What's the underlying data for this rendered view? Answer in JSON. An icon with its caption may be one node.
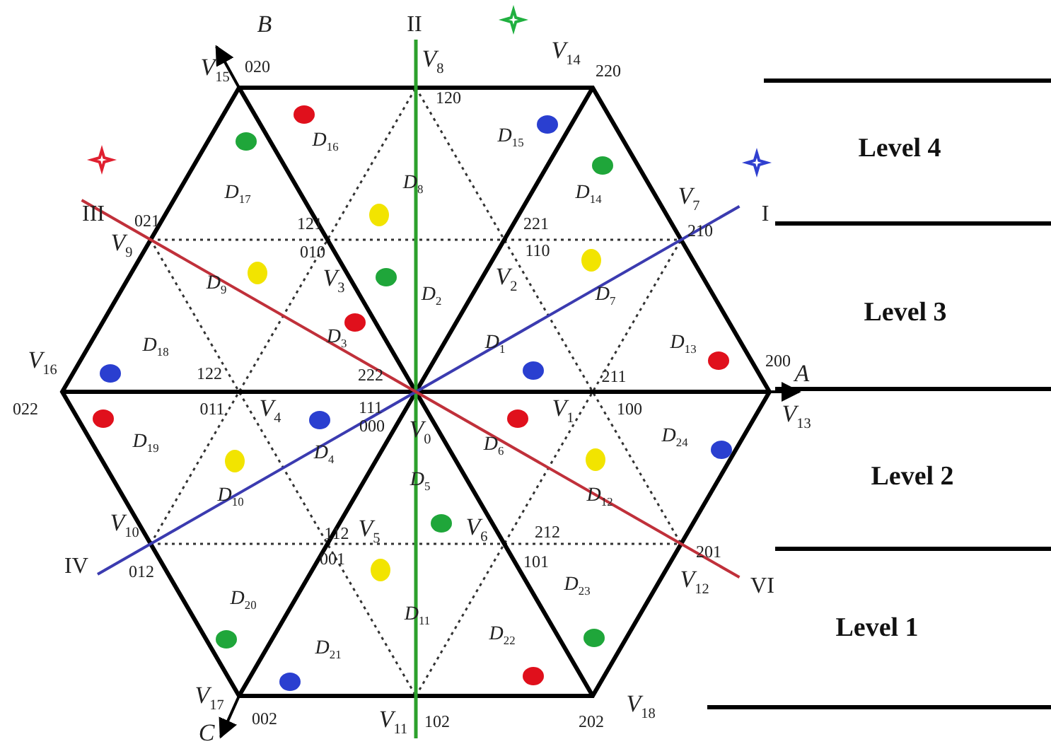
{
  "diagram": {
    "labels": [
      "B",
      "II",
      "*V*$_{15}$",
      "020",
      "*V*$_{8}$",
      "*V*$_{14}$",
      "220",
      "120",
      "*D*$_{16}$",
      "*D*$_{15}$",
      "Level 4",
      "*D*$_{17}$",
      "*D*$_{8}$",
      "*D*$_{14}$",
      "*V*$_{7}$",
      "III",
      "021",
      "121",
      "221",
      "210",
      "I",
      "*V*$_{9}$",
      "010",
      "110",
      "*D*$_{9}$",
      "*V*$_{3}$",
      "*V*$_{2}$",
      "*D*$_{2}$",
      "*D*$_{7}$",
      "Level 3",
      "*D*$_{18}$",
      "*D*$_{3}$",
      "*D*$_{1}$",
      "*D*$_{13}$",
      "*V*$_{16}$",
      "200",
      "A",
      "122",
      "222",
      "211",
      "022",
      "011",
      "*V*$_{4}$",
      "111",
      "*V*$_{1}$",
      "100",
      "*V*$_{13}$",
      "000",
      "*V*$_{0}$",
      "*D*$_{19}$",
      "*D*$_{6}$",
      "*D*$_{24}$",
      "*D*$_{4}$",
      "*D*$_{5}$",
      "Level 2",
      "*D*$_{10}$",
      "*D*$_{12}$",
      "*V*$_{10}$",
      "112",
      "*V*$_{5}$",
      "*V*$_{6}$",
      "212",
      "201",
      "IV",
      "012",
      "001",
      "101",
      "*D*$_{23}$",
      "*V*$_{12}$",
      "VI",
      "*D*$_{20}$",
      "*D*$_{11}$",
      "Level 1",
      "*D*$_{22}$",
      "*D*$_{21}$",
      "*V*$_{17}$",
      "002",
      "*V*$_{11}$",
      "102",
      "202",
      "*V*$_{18}$",
      "C"
    ]
  }
}
